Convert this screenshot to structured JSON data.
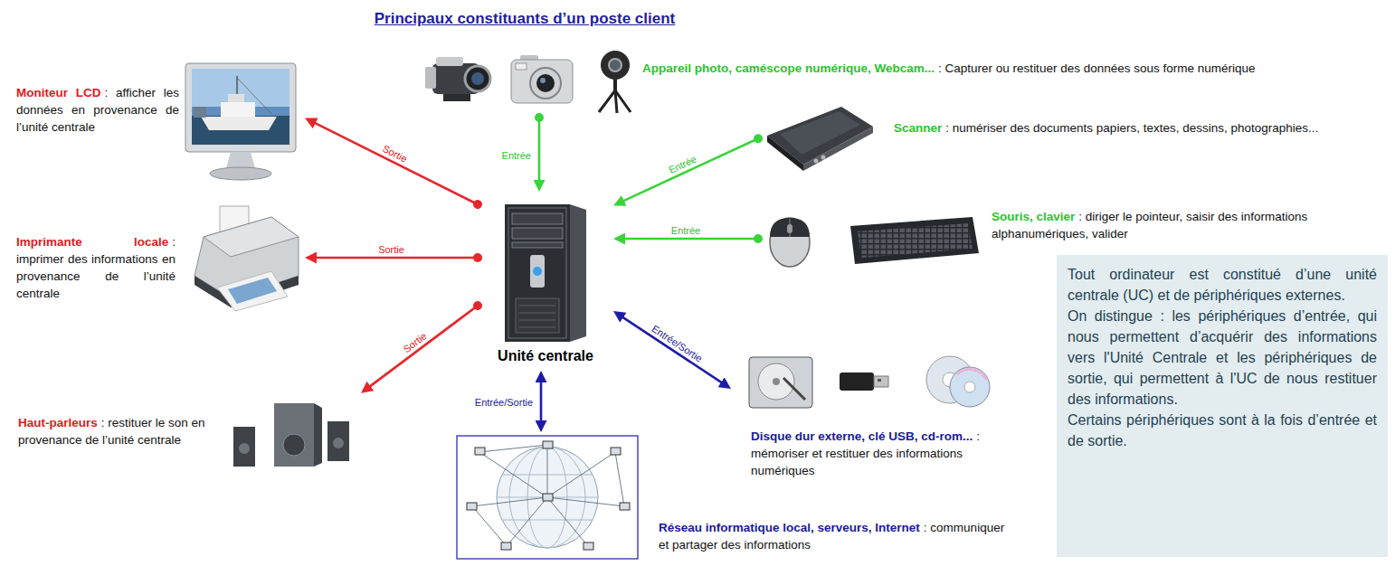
{
  "diagram": {
    "title": "Principaux constituants d’un poste client",
    "nodes": [
      {
        "text": [
          "Moniteur LCD",
          ": afficher les données en provenance de l’unité centrale"
        ]
      },
      {
        "text": [
          "Appareil photo, caméscope numérique, Webcam...",
          ": Capturer ou restituer des données sous forme numérique"
        ]
      },
      {
        "text": [
          "Scanner",
          ": numériser des documents papiers, textes, dessins, photographies..."
        ]
      },
      {
        "text": [
          "Imprimante locale",
          ": imprimer des informations en provenance de l’unité centrale"
        ]
      },
      {
        "text": [
          "Unité centrale"
        ]
      },
      {
        "text": [
          "Souris, clavier",
          ": diriger le pointeur, saisir des informations alphanumériques, valider"
        ]
      },
      {
        "text": [
          "Tout ordinateur est constitué d’une unité centrale (UC) et de périphériques externes.",
          "On distingue : les périphériques d’entrée, qui nous permettent d’acquérir des informations vers l'Unité Centrale et les périphériques de sortie, qui permettent à l'UC de nous restituer des informations.",
          "Certains périphériques sont à la fois d’entrée et de sortie."
        ]
      },
      {
        "text": [
          "Haut-parleurs",
          ": restituer le son en provenance de l’unité centrale"
        ]
      },
      {
        "text": [
          "Disque dur externe, clé USB, cd-rom...",
          ": mémoriser et restituer des informations numériques"
        ]
      },
      {
        "text": [
          "Réseau informatique local, serveurs, Internet",
          ": communiquer et partager des informations"
        ]
      }
    ],
    "edges": [
      {
        "from": 4,
        "to": 0,
        "arrow": "to",
        "label": "Sortie"
      },
      {
        "from": 1,
        "to": 4,
        "arrow": "to",
        "label": "Entrée"
      },
      {
        "from": 2,
        "to": 4,
        "arrow": "to",
        "label": "Entrée"
      },
      {
        "from": 4,
        "to": 3,
        "arrow": "to",
        "label": "Sortie"
      },
      {
        "from": 5,
        "to": 4,
        "arrow": "to",
        "label": "Entrée"
      },
      {
        "from": 4,
        "to": 7,
        "arrow": "to",
        "label": "Sortie"
      },
      {
        "from": 4,
        "to": 8,
        "arrow": "both",
        "label": "Entrée/Sortie"
      },
      {
        "from": 4,
        "to": 9,
        "arrow": "both",
        "label": "Entrée/Sortie"
      }
    ]
  }
}
